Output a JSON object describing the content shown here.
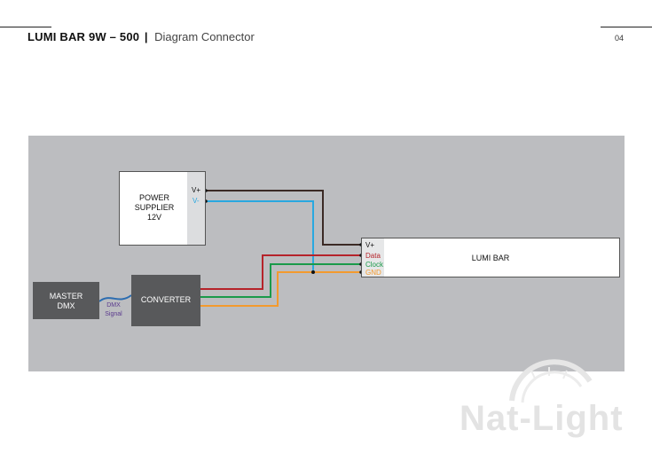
{
  "header": {
    "product": "LUMI BAR 9W – 500",
    "separator": "|",
    "subtitle": "Diagram Connector",
    "page_number": "04"
  },
  "diagram": {
    "power_supplier": {
      "label_lines": [
        "POWER",
        "SUPPLIER",
        "12V"
      ],
      "pin_vplus": "V+",
      "pin_vminus": "V-"
    },
    "lumi_bar": {
      "label": "LUMI BAR",
      "pins": [
        "V+",
        "Data",
        "Clock",
        "GND"
      ]
    },
    "master_dmx": {
      "label_lines": [
        "MASTER",
        "DMX"
      ]
    },
    "converter": {
      "label": "CONVERTER"
    },
    "dmx_signal": {
      "label_lines": [
        "DMX",
        "Signal"
      ]
    }
  },
  "colors": {
    "panel": "#bcbdc0",
    "wire_vplus": "#3b2a25",
    "wire_vminus": "#29a8e0",
    "wire_data": "#b5232a",
    "wire_clock": "#1a9a4a",
    "wire_gnd": "#f39a2e",
    "wire_dmx": "#2b6cb0",
    "dark_box": "#58595b"
  },
  "watermark": {
    "text": "Nat-Light"
  }
}
